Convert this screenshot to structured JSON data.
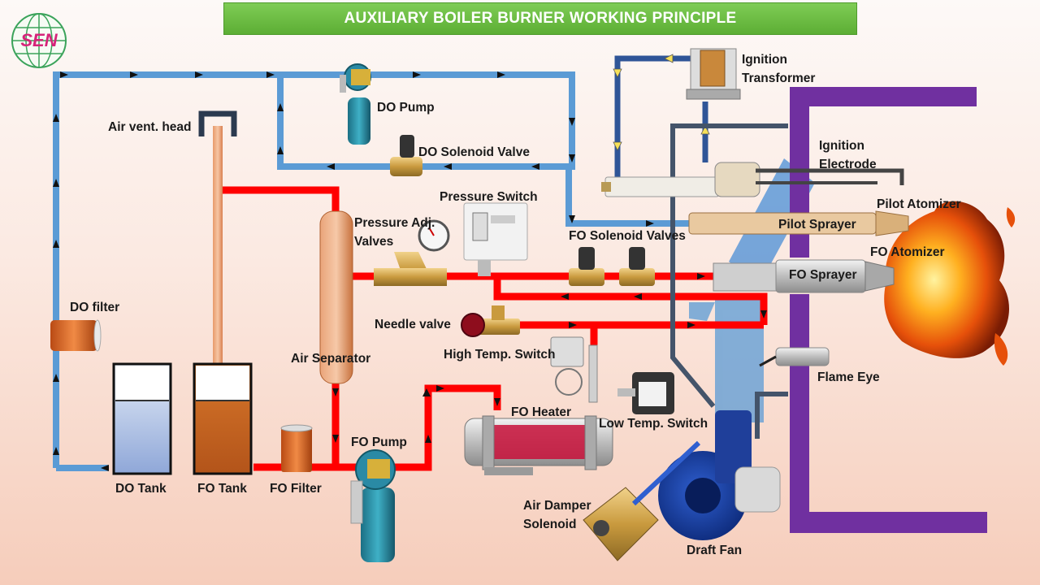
{
  "title": "AUXILIARY BOILER BURNER WORKING PRINCIPLE",
  "logo": {
    "text": "SEN",
    "icon": "globe-logo-icon"
  },
  "labels": {
    "do_pump": "DO Pump",
    "air_vent_head": "Air vent. head",
    "do_solenoid_valve": "DO Solenoid Valve",
    "ignition_transformer_1": "Ignition",
    "ignition_transformer_2": "Transformer",
    "ignition_electrode_1": "Ignition",
    "ignition_electrode_2": "Electrode",
    "pressure_switch": "Pressure Switch",
    "pilot_atomizer": "Pilot Atomizer",
    "pressure_adj_1": "Pressure Adj.",
    "pressure_adj_2": "Valves",
    "pilot_sprayer": "Pilot Sprayer",
    "fo_solenoid_valves": "FO Solenoid Valves",
    "fo_atomizer": "FO Atomizer",
    "fo_sprayer": "FO Sprayer",
    "do_filter": "DO filter",
    "needle_valve": "Needle valve",
    "air_separator": "Air Separator",
    "high_temp_switch": "High Temp. Switch",
    "flame_eye": "Flame Eye",
    "fo_heater": "FO Heater",
    "low_temp_switch": "Low Temp. Switch",
    "fo_pump": "FO Pump",
    "do_tank": "DO Tank",
    "fo_tank": "FO Tank",
    "fo_filter": "FO Filter",
    "air_damper_1": "Air Damper",
    "air_damper_2": "Solenoid",
    "draft_fan": "Draft Fan"
  },
  "colors": {
    "do_line": "#5b9bd5",
    "fo_line": "#ff0000",
    "electric_line": "#2f5597",
    "air_line": "#44546a",
    "furnace": "#7030a0",
    "title_bg": "#6abf44"
  }
}
